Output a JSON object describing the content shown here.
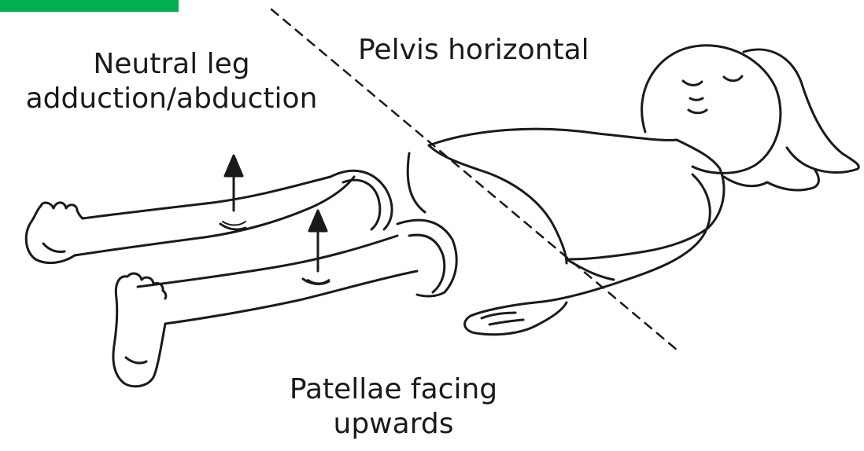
{
  "labels": {
    "pelvis": "Pelvis horizontal",
    "neutral_line1": "Neutral leg",
    "neutral_line2": "adduction/abduction",
    "patellae_line1": "Patellae facing",
    "patellae_line2": "upwards"
  },
  "colors": {
    "accent_tab": "#00b050",
    "ink": "#1a1a1a",
    "background": "#ffffff"
  }
}
